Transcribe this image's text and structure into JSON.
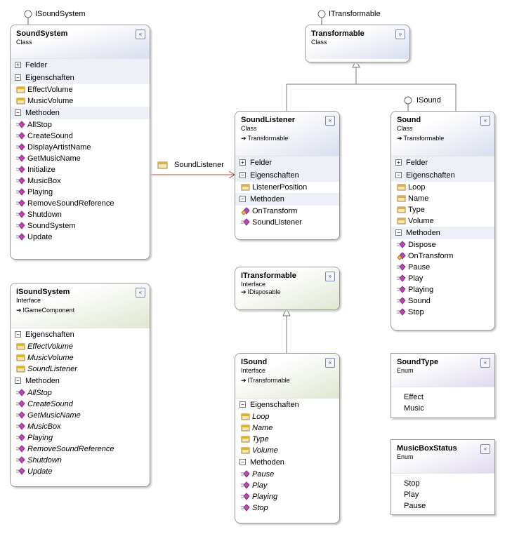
{
  "interface_labels": {
    "isoundsystem": "ISoundSystem",
    "itransformable": "ITransformable",
    "isound": "ISound"
  },
  "association": {
    "label": "SoundListener"
  },
  "sound_system": {
    "title": "SoundSystem",
    "kind": "Class",
    "sections": {
      "fields": "Felder",
      "properties": "Eigenschaften",
      "methods": "Methoden"
    },
    "properties": [
      "EffectVolume",
      "MusicVolume"
    ],
    "methods": [
      "AllStop",
      "CreateSound",
      "DisplayArtistName",
      "GetMusicName",
      "Initialize",
      "MusicBox",
      "Playing",
      "RemoveSoundReference",
      "Shutdown",
      "SoundSystem",
      "Update"
    ]
  },
  "transformable": {
    "title": "Transformable",
    "kind": "Class"
  },
  "sound_listener": {
    "title": "SoundListener",
    "kind": "Class",
    "inherits": "Transformable",
    "sections": {
      "fields": "Felder",
      "properties": "Eigenschaften",
      "methods": "Methoden"
    },
    "properties": [
      "ListenerPosition"
    ],
    "methods": [
      "OnTransform",
      "SoundListener"
    ]
  },
  "sound": {
    "title": "Sound",
    "kind": "Class",
    "inherits": "Transformable",
    "sections": {
      "fields": "Felder",
      "properties": "Eigenschaften",
      "methods": "Methoden"
    },
    "properties": [
      "Loop",
      "Name",
      "Type",
      "Volume"
    ],
    "methods": [
      "Dispose",
      "OnTransform",
      "Pause",
      "Play",
      "Playing",
      "Sound",
      "Stop"
    ]
  },
  "isoundsystem_box": {
    "title": "ISoundSystem",
    "kind": "Interface",
    "inherits": "IGameComponent",
    "sections": {
      "properties": "Eigenschaften",
      "methods": "Methoden"
    },
    "properties": [
      "EffectVolume",
      "MusicVolume",
      "SoundListener"
    ],
    "methods": [
      "AllStop",
      "CreateSound",
      "GetMusicName",
      "MusicBox",
      "Playing",
      "RemoveSoundReference",
      "Shutdown",
      "Update"
    ]
  },
  "itransformable_box": {
    "title": "ITransformable",
    "kind": "Interface",
    "inherits": "IDisposable"
  },
  "isound_box": {
    "title": "ISound",
    "kind": "Interface",
    "inherits": "ITransformable",
    "sections": {
      "properties": "Eigenschaften",
      "methods": "Methoden"
    },
    "properties": [
      "Loop",
      "Name",
      "Type",
      "Volume"
    ],
    "methods": [
      "Pause",
      "Play",
      "Playing",
      "Stop"
    ]
  },
  "sound_type": {
    "title": "SoundType",
    "kind": "Enum",
    "values": [
      "Effect",
      "Music"
    ]
  },
  "music_box_status": {
    "title": "MusicBoxStatus",
    "kind": "Enum",
    "values": [
      "Stop",
      "Play",
      "Pause"
    ]
  },
  "symbols": {
    "expand": "»",
    "collapse": "«",
    "plus": "+",
    "minus": "−",
    "inherit_arrow": "➔"
  },
  "colors": {
    "class_header": "#d9dff0",
    "interface_header": "#dfe8d2",
    "enum_header": "#e0d9ef",
    "method_icon": "#c040c0",
    "property_icon": "#e0b030",
    "connector": "#8a8a8a",
    "association_line": "#a05040"
  }
}
